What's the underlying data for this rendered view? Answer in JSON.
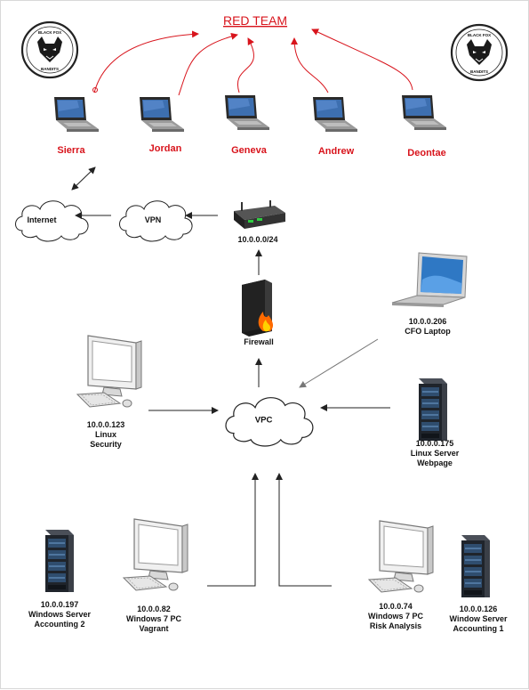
{
  "title": "RED TEAM",
  "logo": {
    "top_text": "BLACK FOX",
    "bottom_text": "BANDITS"
  },
  "team": [
    {
      "name": "Sierra"
    },
    {
      "name": "Jordan"
    },
    {
      "name": "Geneva"
    },
    {
      "name": "Andrew"
    },
    {
      "name": "Deontae"
    }
  ],
  "clouds": {
    "internet": "Internet",
    "vpn": "VPN",
    "vpc": "VPC"
  },
  "router": {
    "label": "10.0.0.0/24"
  },
  "firewall": {
    "label": "Firewall"
  },
  "cfo_laptop": {
    "ip": "10.0.0.206",
    "name": "CFO Laptop"
  },
  "linux_security": {
    "ip": "10.0.0.123",
    "line1": "Linux",
    "line2": "Security"
  },
  "linux_server": {
    "ip": "10.0.0.175",
    "line1": "Linux Server",
    "line2": "Webpage"
  },
  "win_server_acct2": {
    "ip": "10.0.0.197",
    "line1": "Windows Server",
    "line2": "Accounting 2"
  },
  "win7_vagrant": {
    "ip": "10.0.0.82",
    "line1": "Windows 7 PC",
    "line2": "Vagrant"
  },
  "win7_risk": {
    "ip": "10.0.0.74",
    "line1": "Windows 7 PC",
    "line2": "Risk Analysis"
  },
  "win_server_acct1": {
    "ip": "10.0.0.126",
    "line1": "Window Server",
    "line2": "Accounting 1"
  },
  "colors": {
    "red": "#d8141c",
    "line": "#222222",
    "gray_line": "#888888"
  }
}
